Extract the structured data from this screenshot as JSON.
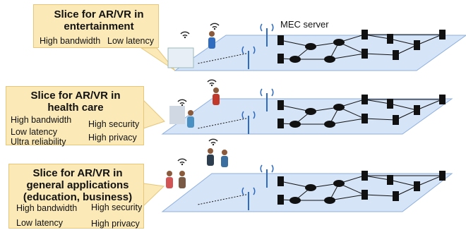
{
  "labels": {
    "mec_server": "MEC server"
  },
  "slices": [
    {
      "title": "Slice for AR/VR in entertainment",
      "requirements": [
        "High bandwidth",
        "Low latency"
      ]
    },
    {
      "title": "Slice for AR/VR in health care",
      "requirements": [
        "High bandwidth",
        "High security",
        "Low latency",
        "High privacy",
        "Ultra reliability"
      ]
    },
    {
      "title": "Slice for AR/VR in general applications (education, business)",
      "requirements": [
        "High bandwidth",
        "High security",
        "Low latency",
        "High privacy"
      ]
    }
  ],
  "colors": {
    "plane_fill": "#d6e4f7",
    "plane_edge": "#8fb0dc",
    "callout_fill": "#fbe9b7",
    "callout_border": "#e6c77a",
    "tower": "#2f6bbf",
    "link": "#111111"
  }
}
